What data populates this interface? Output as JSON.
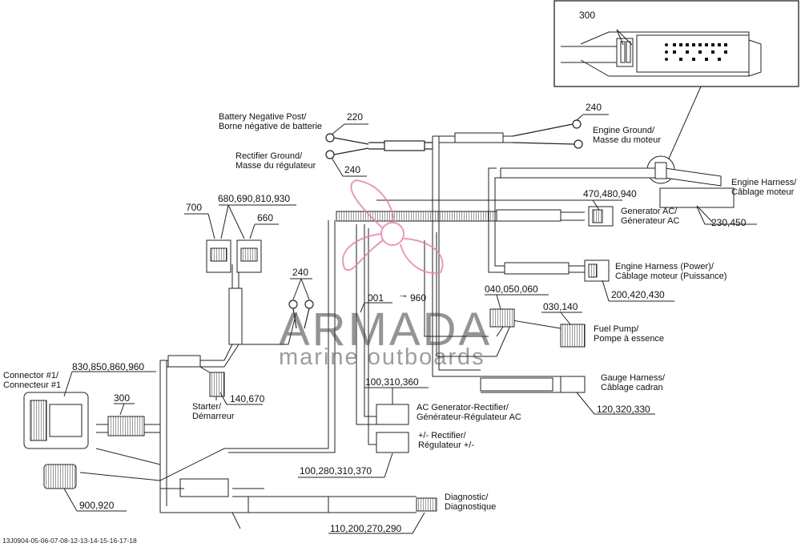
{
  "inset": {
    "part": "300"
  },
  "labels": {
    "battery_negative": [
      "Battery Negative Post/",
      "Borne négative de batterie"
    ],
    "rectifier_ground": [
      "Rectifier Ground/",
      "Masse du régulateur"
    ],
    "engine_ground": [
      "Engine Ground/",
      "Masse du moteur"
    ],
    "engine_harness": [
      "Engine Harness/",
      "Câblage moteur"
    ],
    "generator_ac": [
      "Generator AC/",
      "Génerateur AC"
    ],
    "engine_harness_power": [
      "Engine Harness (Power)/",
      "Câblage moteur (Puissance)"
    ],
    "fuel_pump": [
      "Fuel Pump/",
      "Pompe à essence"
    ],
    "gauge_harness": [
      "Gauge Harness/",
      "Câblage cadran"
    ],
    "ac_generator_rectifier": [
      "AC Generator-Rectifier/",
      "Générateur-Régulateur AC"
    ],
    "rectifier_pm": [
      "+/- Rectifier/",
      "Régulateur +/-"
    ],
    "diagnostic": [
      "Diagnostic/",
      "Diagnostique"
    ],
    "connector1": [
      "Connector #1/",
      "Connecteur #1"
    ],
    "starter": [
      "Starter/",
      "Démarreur"
    ]
  },
  "parts": {
    "p220": "220",
    "p240_rect": "240",
    "p240_top": "240",
    "p240_mid": "240",
    "p700": "700",
    "p680": "680,690,810,930",
    "p660": "660",
    "p470": "470,480,940",
    "p230": "230,450",
    "p200": "200,420,430",
    "p040": "040,050,060",
    "p030": "030,140",
    "p001": "001",
    "p960": "960",
    "p830": "830,850,860,960",
    "p300": "300",
    "p140": "140,670",
    "p100": "100,310,360",
    "p120": "120,320,330",
    "p100b": "100,280,310,370",
    "p900": "900,920",
    "p110": "110,200,270,290"
  },
  "watermark": {
    "brand": "ARMADA",
    "tagline": "marine outboards"
  },
  "footer": {
    "code": "13J0904-05-06-07-08-12-13-14-15-16-17-18"
  },
  "colors": {
    "line": "#222222",
    "watermark_pink": "#e27fad",
    "watermark_text": "#555555"
  }
}
